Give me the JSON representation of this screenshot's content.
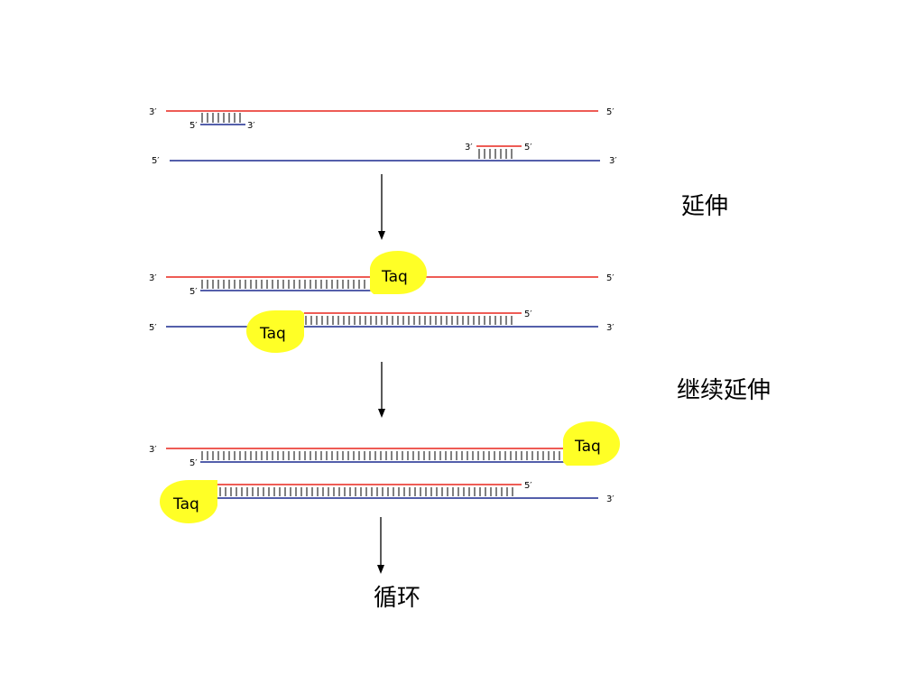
{
  "labels": {
    "three_prime": "3′",
    "five_prime": "5′",
    "enzyme": "Taq"
  },
  "steps": {
    "extension": "延伸",
    "continued_extension": "继续延伸",
    "cycle": "循环"
  },
  "colors": {
    "template_top": "#e8261d",
    "template_bottom": "#1c2a8f",
    "new_top": "#1c2a8f",
    "new_bottom": "#e8261d",
    "enzyme_fill": "#ffff26",
    "text": "#000000"
  }
}
